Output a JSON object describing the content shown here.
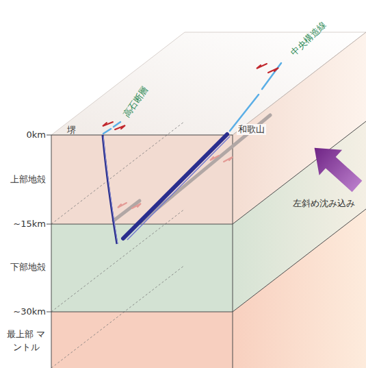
{
  "diagram": {
    "labels": [
      "0km",
      "上部地殻",
      "~15km",
      "下部地殻",
      "~30km",
      "最上部 マントル",
      "堺",
      "和歌山",
      "高石断層",
      "中央構造線",
      "左斜め沈み込み"
    ]
  }
}
